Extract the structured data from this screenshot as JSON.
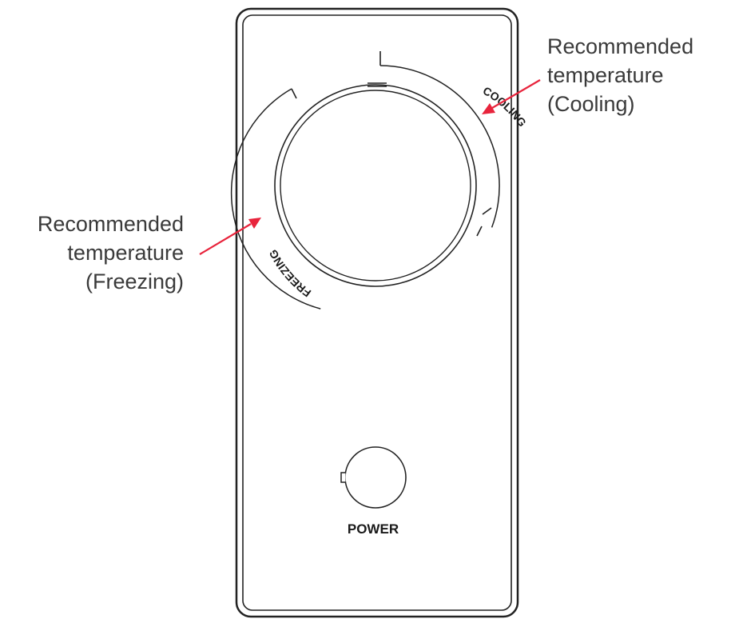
{
  "dial": {
    "cooling_label": "COOLING",
    "freezing_label": "FREEZING"
  },
  "callouts": {
    "cooling": [
      "Recommended",
      "temperature",
      "(Cooling)"
    ],
    "freezing": [
      "Recommended",
      "temperature",
      "(Freezing)"
    ]
  },
  "power": {
    "label": "POWER"
  },
  "colors": {
    "outline": "#222222",
    "arrow": "#e8243c",
    "text": "#3a3a3a"
  }
}
